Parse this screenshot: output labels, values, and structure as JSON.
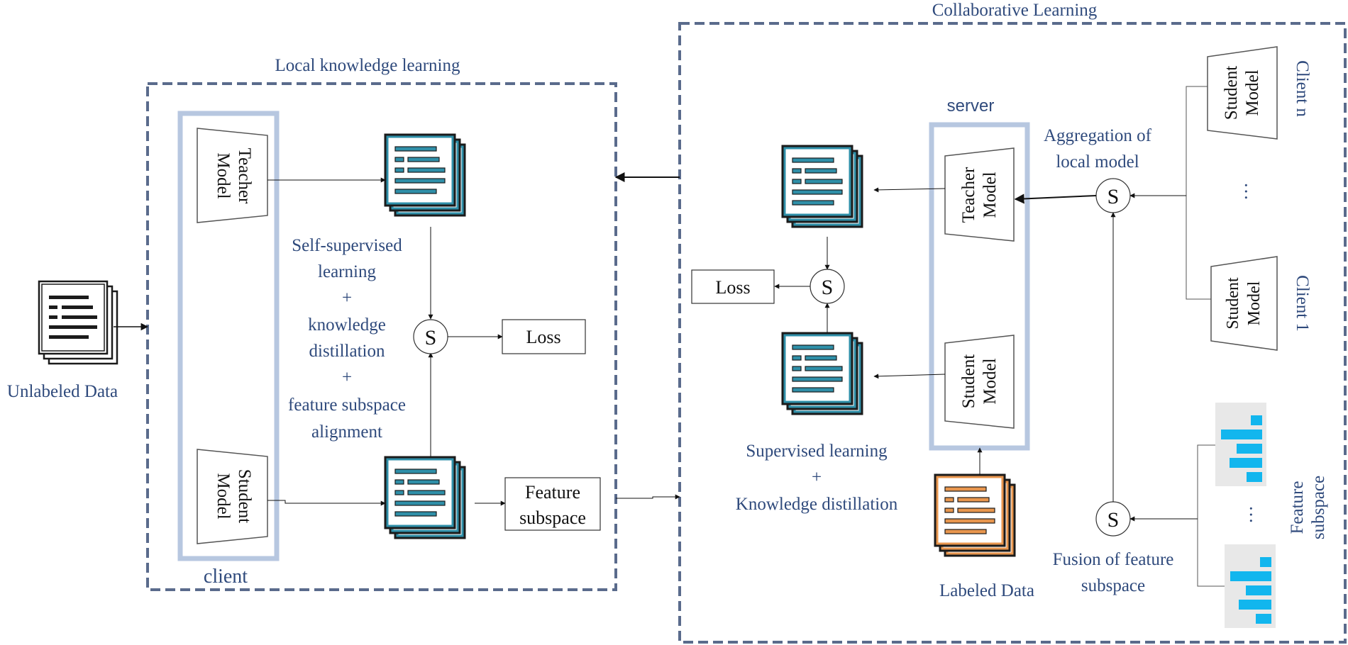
{
  "colors": {
    "region_border": "#5a6b8c",
    "bracket": "#b7c7e0",
    "doc_blue": "#2f8fa8",
    "doc_orange": "#e8964e",
    "bar": "#12b6ee",
    "bar_bg": "#e8e8e8",
    "label_blue": "#2f4a7c"
  },
  "regions": {
    "local": {
      "title": "Local knowledge learning"
    },
    "collab": {
      "title": "Collaborative Learning"
    }
  },
  "client": {
    "label": "client",
    "teacher": [
      "Teacher",
      "Model"
    ],
    "student": [
      "Student",
      "Model"
    ],
    "ssl_text": [
      "Self-supervised",
      "learning",
      "+",
      "knowledge",
      "distillation",
      "+",
      "feature subspace",
      "alignment"
    ],
    "sum_symbol": "S",
    "loss": "Loss",
    "feature_subspace": [
      "Feature",
      "subspace"
    ]
  },
  "unlabeled": {
    "label": "Unlabeled Data"
  },
  "server": {
    "label": "server",
    "teacher": [
      "Teacher",
      "Model"
    ],
    "student": [
      "Student",
      "Model"
    ],
    "loss": "Loss",
    "sum_symbol": "S",
    "supervised_text": [
      "Supervised learning",
      "+",
      "Knowledge distillation"
    ],
    "labeled": "Labeled Data",
    "aggregation": [
      "Aggregation of",
      "local model"
    ],
    "fusion": [
      "Fusion of feature",
      "subspace"
    ]
  },
  "clients_right": {
    "student_model": [
      "Student",
      "Model"
    ],
    "client_n": "Client n",
    "client_1": "Client 1",
    "ellipsis": "…",
    "feature_subspace": [
      "Feature",
      "subspace"
    ]
  }
}
